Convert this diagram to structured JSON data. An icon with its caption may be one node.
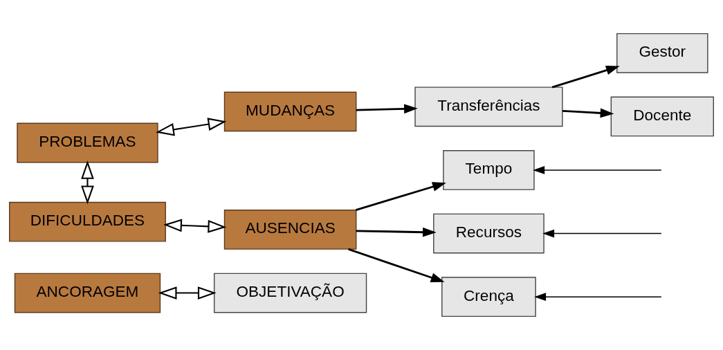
{
  "diagram": {
    "nodes": [
      {
        "text": [
          "ANCORAGEM"
        ]
      },
      {
        "text": [
          "OBJETIVAÇÃO"
        ]
      },
      {
        "text": [
          "PROBLEMAS"
        ]
      },
      {
        "text": [
          "MUDANÇAS"
        ]
      },
      {
        "text": [
          "Transferências"
        ]
      },
      {
        "text": [
          "Gestor"
        ]
      },
      {
        "text": [
          "Docente"
        ]
      },
      {
        "text": [
          "DIFICULDADES"
        ]
      },
      {
        "text": [
          "AUSENCIAS"
        ]
      },
      {
        "text": [
          "Tempo"
        ]
      },
      {
        "text": [
          "Recursos"
        ]
      },
      {
        "text": [
          "Crença"
        ]
      }
    ],
    "edges": [
      {
        "from": 0,
        "to": 1,
        "arrow": "both"
      },
      {
        "from": 2,
        "to": 3,
        "arrow": "both"
      },
      {
        "from": 3,
        "to": 4,
        "arrow": "to"
      },
      {
        "from": 4,
        "to": 5,
        "arrow": "to"
      },
      {
        "from": 4,
        "to": 6,
        "arrow": "to"
      },
      {
        "from": 2,
        "to": 7,
        "arrow": "both"
      },
      {
        "from": 7,
        "to": 8,
        "arrow": "both"
      },
      {
        "from": 8,
        "to": 9,
        "arrow": "to"
      },
      {
        "from": 8,
        "to": 10,
        "arrow": "to"
      },
      {
        "from": 8,
        "to": 11,
        "arrow": "to"
      },
      {
        "from": null,
        "to": 9,
        "arrow": "to"
      },
      {
        "from": null,
        "to": 10,
        "arrow": "to"
      },
      {
        "from": null,
        "to": 11,
        "arrow": "to"
      }
    ]
  }
}
